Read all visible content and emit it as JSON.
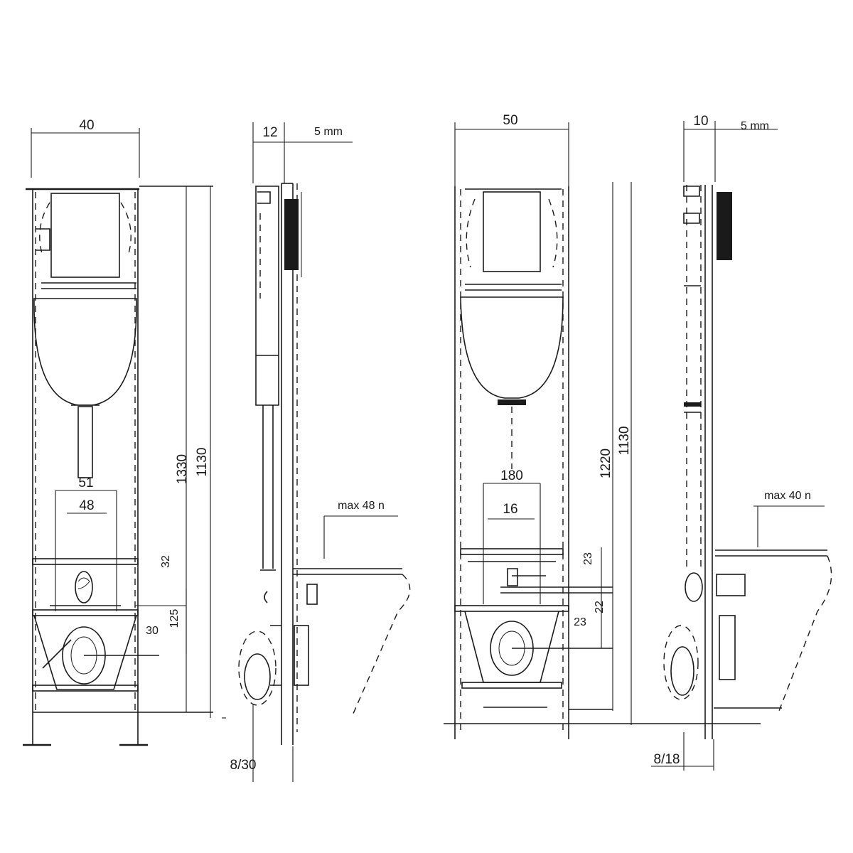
{
  "view_a_front": {
    "width_label": "40",
    "height_label_1": "1330",
    "height_label_2": "1130",
    "pipe_spacing_1": "51",
    "pipe_spacing_2": "48",
    "side_label_1": "32",
    "side_label_2": "125",
    "outlet_label": "30"
  },
  "view_b_side": {
    "depth_label": "12",
    "panel_label": "5 mm",
    "bowl_label": "max 48 n",
    "adjust_label": "8/30"
  },
  "view_c_front": {
    "width_label": "50",
    "height_label_1": "1220",
    "height_label_2": "1130",
    "pipe_spacing_1": "180",
    "pipe_spacing_2": "16",
    "side_label_1": "23",
    "side_label_2": "22",
    "outlet_label": "23"
  },
  "view_d_side": {
    "depth_label": "10",
    "panel_label": "5 mm",
    "bowl_label": "max 40 n",
    "adjust_label": "8/18"
  }
}
